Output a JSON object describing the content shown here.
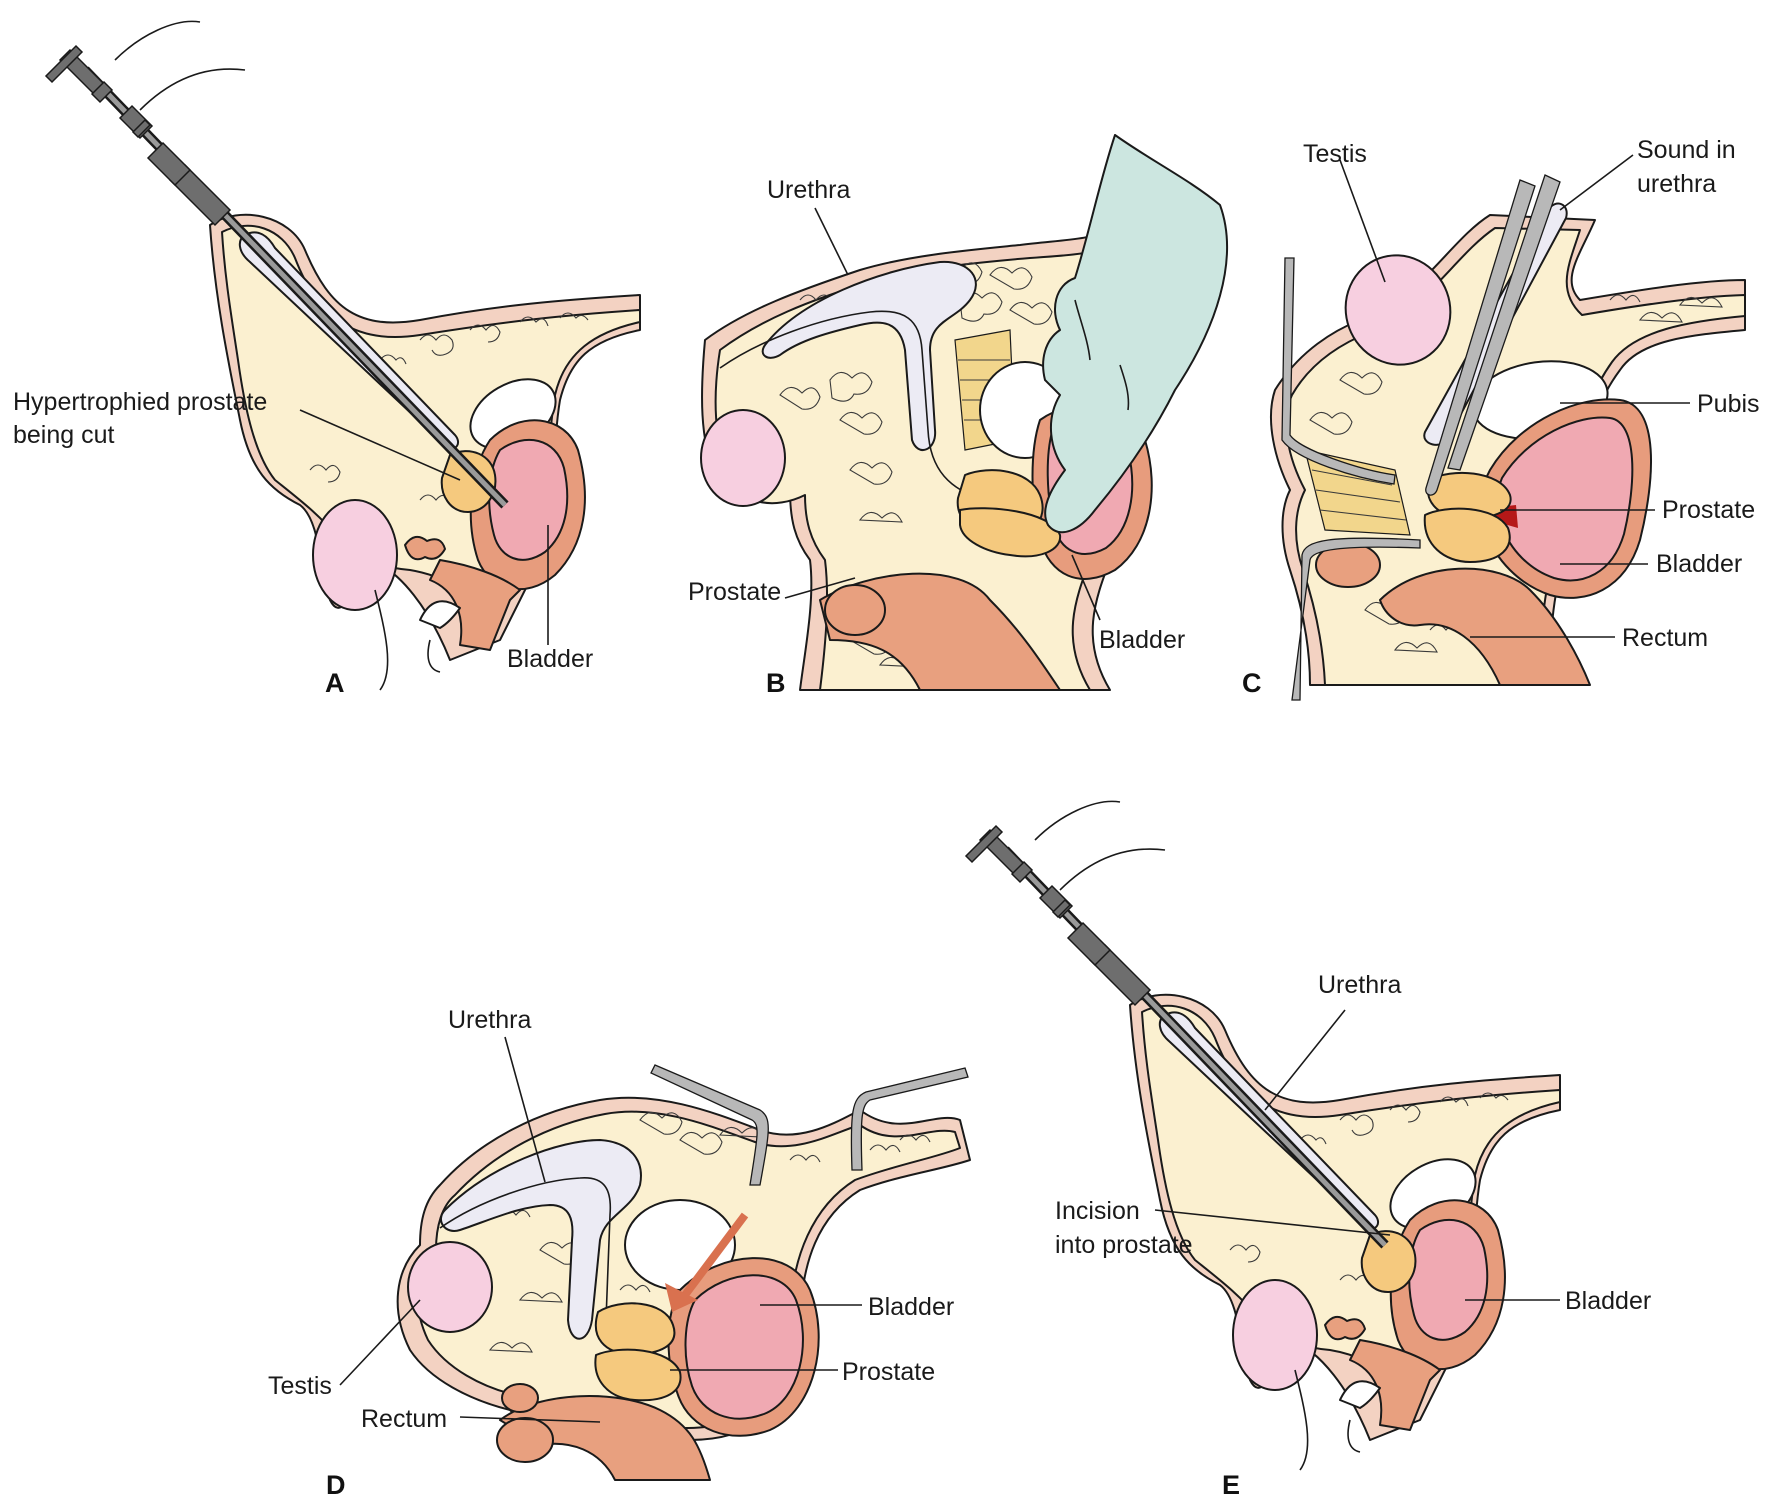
{
  "panels": {
    "A": {
      "letter": "A",
      "label_prostate_line1": "Hypertrophied prostate",
      "label_prostate_line2": "being cut",
      "label_bladder": "Bladder"
    },
    "B": {
      "letter": "B",
      "label_urethra": "Urethra",
      "label_prostate": "Prostate",
      "label_bladder": "Bladder"
    },
    "C": {
      "letter": "C",
      "label_testis": "Testis",
      "label_sound_line1": "Sound in",
      "label_sound_line2": "urethra",
      "label_pubis": "Pubis",
      "label_prostate": "Prostate",
      "label_bladder": "Bladder",
      "label_rectum": "Rectum"
    },
    "D": {
      "letter": "D",
      "label_urethra": "Urethra",
      "label_bladder": "Bladder",
      "label_prostate": "Prostate",
      "label_testis": "Testis",
      "label_rectum": "Rectum"
    },
    "E": {
      "letter": "E",
      "label_urethra": "Urethra",
      "label_incision_line1": "Incision",
      "label_incision_line2": "into prostate",
      "label_bladder": "Bladder"
    }
  },
  "colors": {
    "tissue": "#fbf0d0",
    "skin": "#f3d2c2",
    "urethra": "#ecebf4",
    "testis": "#f7cfe0",
    "bladder_wall": "#e79c7d",
    "bladder_lumen": "#f0a9b2",
    "prostate": "#f5c97e",
    "rectum": "#e8a07f",
    "glove": "#cce6e0",
    "arrow": "#d9714f"
  }
}
